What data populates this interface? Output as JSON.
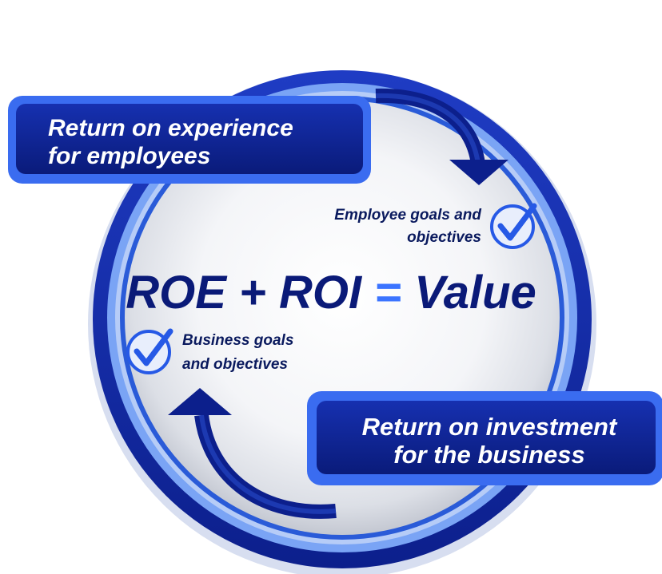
{
  "diagram": {
    "boxes": {
      "roe_box": {
        "lines": [
          "Return on experience",
          "for employees"
        ]
      },
      "roi_box": {
        "lines": [
          "Return on investment",
          "for the business"
        ]
      }
    },
    "center": {
      "equation_prefix": "ROE + ROI ",
      "equation_equals": "=",
      "equation_suffix": " Value"
    },
    "checklist": {
      "employee": {
        "lines": [
          "Employee goals and",
          "objectives"
        ]
      },
      "business": {
        "lines": [
          "Business goals",
          "and objectives"
        ]
      }
    },
    "icons": {
      "check_top": "checkmark-circle-icon",
      "check_bottom": "checkmark-circle-icon",
      "arrow_top": "arrow-down-icon",
      "arrow_bottom": "arrow-up-icon"
    },
    "colors": {
      "dark_navy": "#0a1a78",
      "navy": "#1430a8",
      "royal_blue": "#2659e6",
      "light_blue": "#7aa4f5",
      "pale_blue": "#b6ccf7",
      "accent_equals": "#3b74ff",
      "white": "#ffffff"
    }
  }
}
